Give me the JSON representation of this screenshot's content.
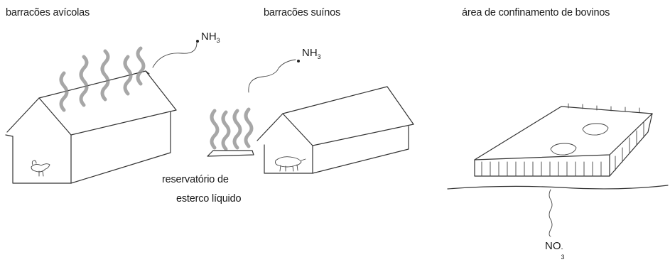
{
  "labels": {
    "poultry": "barracões avícolas",
    "swine": "barracões suínos",
    "cattle": "área de confinamento de bovinos",
    "reservoir_line1": "reservatório de",
    "reservoir_line2": "esterco líquido"
  },
  "chemicals": {
    "ammonia_base": "NH",
    "ammonia_sub": "3",
    "nitrate_base": "NO",
    "nitrate_sub": "3",
    "nitrate_sup": "-"
  }
}
